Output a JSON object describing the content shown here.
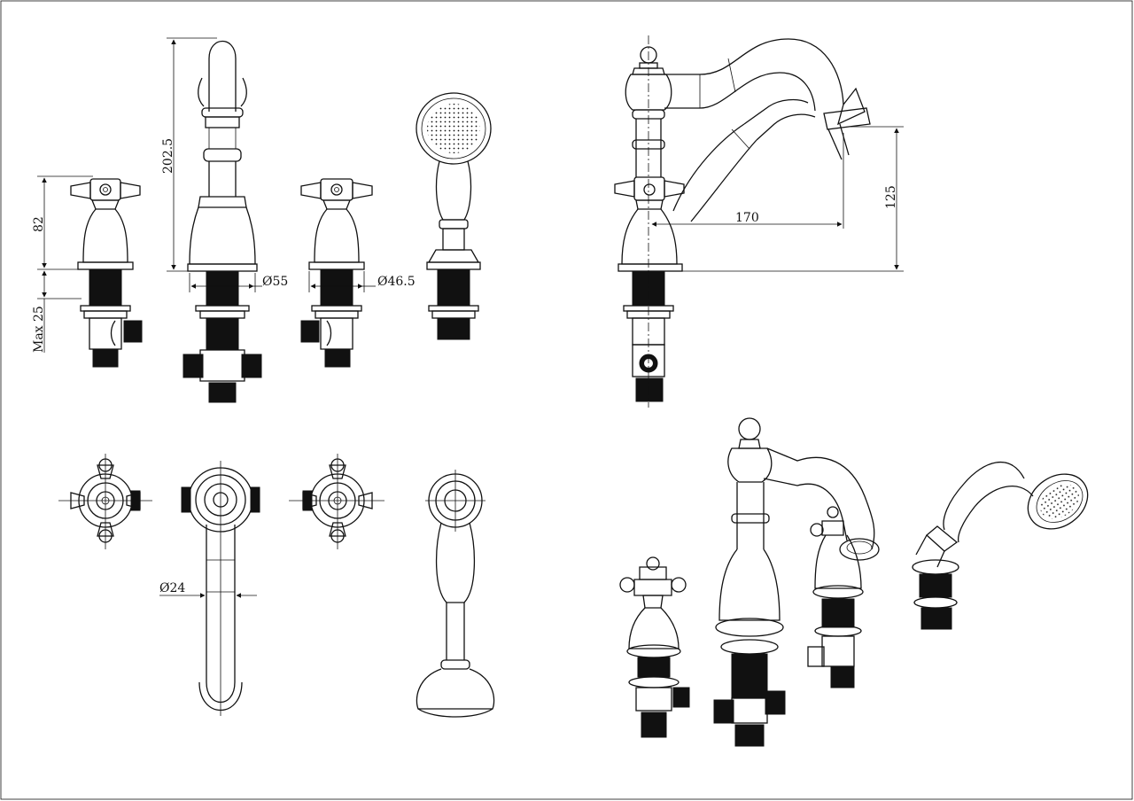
{
  "dimensions": {
    "spout_height": "202.5",
    "handle_height": "82",
    "max_deck": "Max 25",
    "spout_base_dia": "Ø55",
    "handle_base_dia": "Ø46.5",
    "spout_reach": "170",
    "outlet_height": "125",
    "spout_tube_dia": "Ø24"
  },
  "colors": {
    "line": "#111111",
    "background": "#ffffff"
  }
}
